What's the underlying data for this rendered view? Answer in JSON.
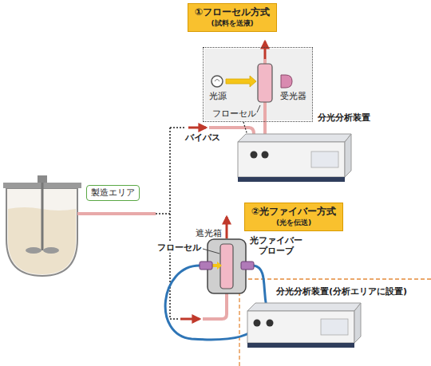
{
  "diagram": {
    "nodes": [
      {
        "text": [
          "①フローセル方式",
          "(試料を送液)"
        ]
      },
      {
        "text": [
          "光源",
          "受光器",
          "フローセル"
        ]
      },
      {
        "text": [
          "製造エリア"
        ]
      },
      {
        "text": [
          "②光ファイバー方式",
          "(光を伝送)"
        ]
      },
      {
        "text": [
          "遮光箱"
        ]
      }
    ],
    "labels": [
      "分光分析装置",
      "バイパス",
      "フローセル",
      "光ファイバー プローブ",
      "分光分析装置(分析エリアに設置)"
    ]
  }
}
